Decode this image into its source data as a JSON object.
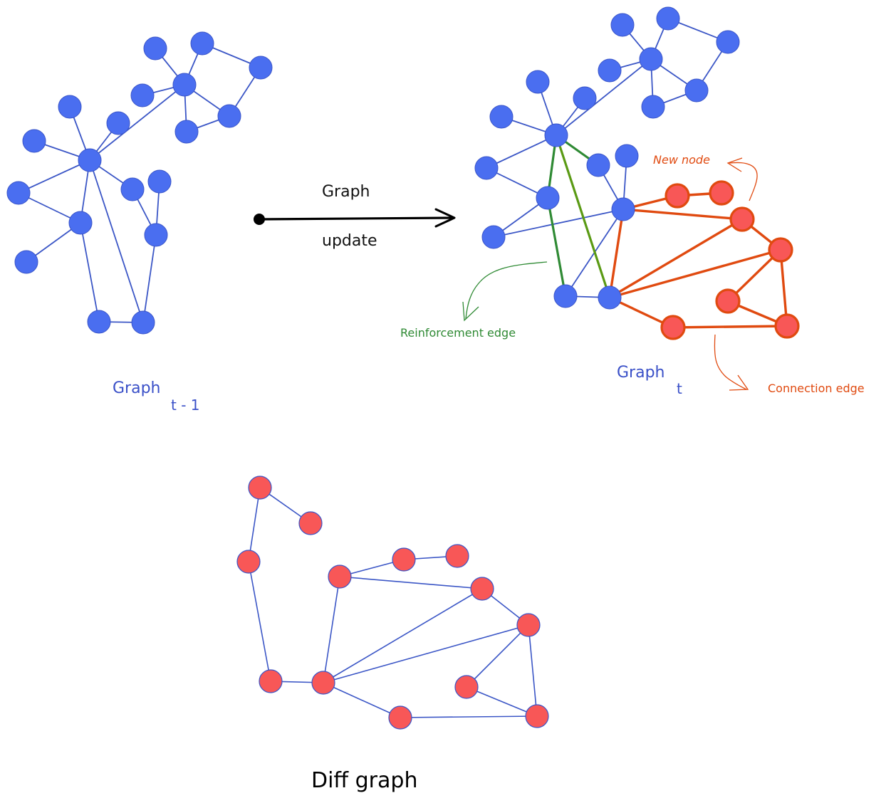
{
  "colors": {
    "blue_node": "#4a6ef0",
    "blue_stroke": "#3a55c8",
    "blue_edge": "#3b56c6",
    "red_node": "#f85757",
    "red_stroke": "#e04a10",
    "orange_edge": "#e04a10",
    "green_dark": "#2f8a34",
    "green_light": "#5a9a14",
    "diff_edge": "#3b56c6",
    "black": "#000000"
  },
  "labels": {
    "graph_prev_main": "Graph",
    "graph_prev_sub": "t - 1",
    "graph_cur_main": "Graph",
    "graph_cur_sub": "t",
    "arrow_top": "Graph",
    "arrow_bottom": "update",
    "new_node": "New node",
    "reinforcement_edge": "Reinforcement edge",
    "connection_edge": "Connection edge",
    "diff_graph": "Diff graph"
  },
  "graphs": {
    "previous": {
      "name": "Graph t-1",
      "nodes": [
        {
          "id": "a1"
        },
        {
          "id": "a2"
        },
        {
          "id": "a3"
        },
        {
          "id": "a4"
        },
        {
          "id": "a5"
        },
        {
          "id": "a6"
        },
        {
          "id": "a7"
        },
        {
          "id": "a8"
        },
        {
          "id": "h"
        },
        {
          "id": "b1"
        },
        {
          "id": "b2"
        },
        {
          "id": "b3"
        },
        {
          "id": "b4"
        },
        {
          "id": "b5"
        },
        {
          "id": "b6"
        },
        {
          "id": "b7"
        },
        {
          "id": "b8"
        },
        {
          "id": "b9"
        },
        {
          "id": "b10"
        },
        {
          "id": "b11"
        }
      ],
      "edges": [
        [
          "a1",
          "a5"
        ],
        [
          "a2",
          "a5"
        ],
        [
          "a2",
          "a3"
        ],
        [
          "a3",
          "a6"
        ],
        [
          "a4",
          "a5"
        ],
        [
          "a5",
          "a6"
        ],
        [
          "a5",
          "a7"
        ],
        [
          "a6",
          "a7"
        ],
        [
          "a5",
          "h"
        ],
        [
          "h",
          "b1"
        ],
        [
          "h",
          "b2"
        ],
        [
          "h",
          "b3"
        ],
        [
          "h",
          "b4"
        ],
        [
          "h",
          "b5"
        ],
        [
          "h",
          "b7"
        ],
        [
          "h",
          "b10"
        ],
        [
          "b4",
          "b7"
        ],
        [
          "b7",
          "b8"
        ],
        [
          "b7",
          "b9"
        ],
        [
          "b9",
          "b10"
        ],
        [
          "b10",
          "b11"
        ],
        [
          "b5",
          "b11"
        ],
        [
          "b6",
          "b11"
        ]
      ]
    },
    "current": {
      "name": "Graph t",
      "nodes": [
        {
          "id": "a1",
          "type": "existing"
        },
        {
          "id": "a2",
          "type": "existing"
        },
        {
          "id": "a3",
          "type": "existing"
        },
        {
          "id": "a4",
          "type": "existing"
        },
        {
          "id": "a5",
          "type": "existing"
        },
        {
          "id": "a6",
          "type": "existing"
        },
        {
          "id": "a7",
          "type": "existing"
        },
        {
          "id": "a8",
          "type": "existing"
        },
        {
          "id": "h",
          "type": "existing"
        },
        {
          "id": "b1",
          "type": "existing"
        },
        {
          "id": "b2",
          "type": "existing"
        },
        {
          "id": "b3",
          "type": "existing"
        },
        {
          "id": "b4",
          "type": "existing"
        },
        {
          "id": "b5",
          "type": "existing"
        },
        {
          "id": "b6",
          "type": "existing"
        },
        {
          "id": "b7",
          "type": "existing"
        },
        {
          "id": "b8",
          "type": "existing"
        },
        {
          "id": "b9",
          "type": "existing"
        },
        {
          "id": "b10",
          "type": "existing"
        },
        {
          "id": "n1",
          "type": "new"
        },
        {
          "id": "n2",
          "type": "new"
        },
        {
          "id": "n3",
          "type": "new"
        },
        {
          "id": "n4",
          "type": "new"
        },
        {
          "id": "n5",
          "type": "new"
        },
        {
          "id": "n6",
          "type": "new"
        },
        {
          "id": "n7",
          "type": "new"
        }
      ],
      "edges": [
        {
          "from": "a1",
          "to": "a5",
          "type": "existing"
        },
        {
          "from": "a2",
          "to": "a5",
          "type": "existing"
        },
        {
          "from": "a2",
          "to": "a3",
          "type": "existing"
        },
        {
          "from": "a3",
          "to": "a6",
          "type": "existing"
        },
        {
          "from": "a4",
          "to": "a5",
          "type": "existing"
        },
        {
          "from": "a5",
          "to": "a6",
          "type": "existing"
        },
        {
          "from": "a5",
          "to": "a7",
          "type": "existing"
        },
        {
          "from": "a6",
          "to": "a7",
          "type": "existing"
        },
        {
          "from": "a5",
          "to": "h",
          "type": "existing"
        },
        {
          "from": "h",
          "to": "b1",
          "type": "existing"
        },
        {
          "from": "h",
          "to": "b2",
          "type": "existing"
        },
        {
          "from": "h",
          "to": "b3",
          "type": "existing"
        },
        {
          "from": "h",
          "to": "b4",
          "type": "existing"
        },
        {
          "from": "b4",
          "to": "b7",
          "type": "existing"
        },
        {
          "from": "b7",
          "to": "b8",
          "type": "existing"
        },
        {
          "from": "b5",
          "to": "b6",
          "type": "existing"
        },
        {
          "from": "b6",
          "to": "b9",
          "type": "existing"
        },
        {
          "from": "b9",
          "to": "b10",
          "type": "existing"
        },
        {
          "from": "b8",
          "to": "b6",
          "type": "existing"
        },
        {
          "from": "h",
          "to": "b5",
          "type": "reinforcement"
        },
        {
          "from": "h",
          "to": "b7",
          "type": "reinforcement"
        },
        {
          "from": "b7",
          "to": "b9",
          "type": "reinforcement"
        },
        {
          "from": "h",
          "to": "b10",
          "type": "reinforcement_light"
        },
        {
          "from": "b6",
          "to": "n1",
          "type": "connection"
        },
        {
          "from": "n1",
          "to": "n2",
          "type": "connection"
        },
        {
          "from": "b6",
          "to": "n3",
          "type": "connection"
        },
        {
          "from": "b6",
          "to": "b10",
          "type": "connection"
        },
        {
          "from": "b10",
          "to": "n3",
          "type": "connection"
        },
        {
          "from": "b10",
          "to": "n4",
          "type": "connection"
        },
        {
          "from": "n3",
          "to": "n4",
          "type": "connection"
        },
        {
          "from": "n4",
          "to": "n5",
          "type": "connection"
        },
        {
          "from": "n4",
          "to": "n7",
          "type": "connection"
        },
        {
          "from": "n5",
          "to": "n7",
          "type": "connection"
        },
        {
          "from": "b10",
          "to": "n6",
          "type": "connection"
        },
        {
          "from": "n6",
          "to": "n7",
          "type": "connection"
        }
      ]
    },
    "diff": {
      "name": "Diff graph",
      "nodes": [
        {
          "id": "d1"
        },
        {
          "id": "d2"
        },
        {
          "id": "d3"
        },
        {
          "id": "d4"
        },
        {
          "id": "d5"
        },
        {
          "id": "d6"
        },
        {
          "id": "d7"
        },
        {
          "id": "d8"
        },
        {
          "id": "d9"
        },
        {
          "id": "d10"
        },
        {
          "id": "d11"
        },
        {
          "id": "d12"
        },
        {
          "id": "d13"
        }
      ],
      "edges": [
        [
          "d1",
          "d2"
        ],
        [
          "d1",
          "d3"
        ],
        [
          "d3",
          "d4"
        ],
        [
          "d4",
          "d5"
        ],
        [
          "d5",
          "d6"
        ],
        [
          "d6",
          "d7"
        ],
        [
          "d7",
          "d8"
        ],
        [
          "d6",
          "d9"
        ],
        [
          "d5",
          "d9"
        ],
        [
          "d5",
          "d10"
        ],
        [
          "d9",
          "d10"
        ],
        [
          "d10",
          "d11"
        ],
        [
          "d10",
          "d13"
        ],
        [
          "d11",
          "d13"
        ],
        [
          "d5",
          "d12"
        ],
        [
          "d12",
          "d13"
        ]
      ]
    }
  }
}
